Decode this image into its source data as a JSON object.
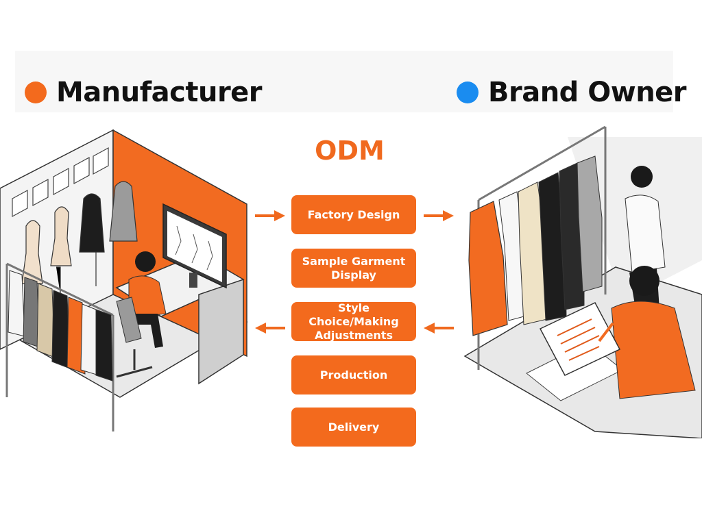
{
  "header": {
    "left_label": "Manufacturer",
    "right_label": "Brand Owner",
    "left_color": "#f36a1d",
    "right_color": "#1a8cf0"
  },
  "title": "ODM",
  "steps": [
    {
      "label": "Factory Design"
    },
    {
      "label": "Sample Garment\nDisplay"
    },
    {
      "label": "Style Choice/Making\nAdjustments"
    },
    {
      "label": "Production"
    },
    {
      "label": "Delivery"
    }
  ],
  "colors": {
    "accent": "#f36a1d",
    "arrow": "#f0691e"
  }
}
